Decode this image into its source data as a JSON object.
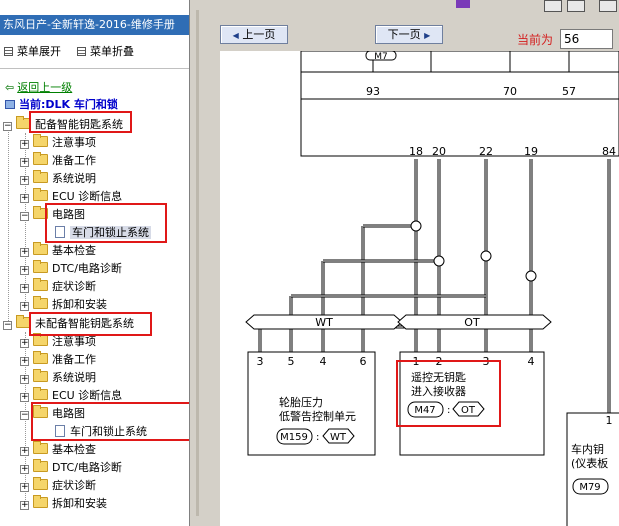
{
  "left_panel": {
    "title": "东风日产-全新轩逸-2016-维修手册",
    "toolbar": {
      "expand_label": "菜单展开",
      "collapse_label": "菜单折叠"
    },
    "back_link": "返回上一级",
    "current": "当前:DLK 车门和锁",
    "tree": {
      "root1": "配备智能钥匙系统",
      "root1_children": [
        "注意事项",
        "准备工作",
        "系统说明",
        "ECU 诊断信息",
        "电路图",
        "基本检查",
        "DTC/电路诊断",
        "症状诊断",
        "拆卸和安装"
      ],
      "root1_leaf": "车门和锁止系统",
      "root2": "未配备智能钥匙系统",
      "root2_children": [
        "注意事项",
        "准备工作",
        "系统说明",
        "ECU 诊断信息",
        "电路图",
        "基本检查",
        "DTC/电路诊断",
        "症状诊断",
        "拆卸和安装"
      ],
      "root2_leaf": "车门和锁止系统"
    }
  },
  "right_panel": {
    "prev_label": "上一页",
    "next_label": "下一页",
    "current_label": "当前为",
    "page_value": "56"
  },
  "diagram": {
    "connector_top": "M7",
    "bus_pins": [
      "93",
      "70",
      "57"
    ],
    "wire_pins": [
      "18",
      "20",
      "22",
      "19",
      "84"
    ],
    "wt_label": "WT",
    "ot_label": "OT",
    "wt_pins": [
      "3",
      "5",
      "4",
      "6"
    ],
    "ot_pins": [
      "1",
      "2",
      "3",
      "4"
    ],
    "unit1_line1": "轮胎压力",
    "unit1_line2": "低警告控制单元",
    "unit1_conn": "M159",
    "unit1_tag": "WT",
    "unit2_line1": "遥控无钥匙",
    "unit2_line2": "进入接收器",
    "unit2_conn": "M47",
    "unit2_tag": "OT",
    "unit3_pin": "1",
    "unit3_line1": "车内钥",
    "unit3_line2": "(仪表板",
    "unit3_conn": "M79"
  },
  "colors": {
    "title_bar": "#2f6db5",
    "highlight_red": "#e01818",
    "current_red": "#d42020"
  }
}
